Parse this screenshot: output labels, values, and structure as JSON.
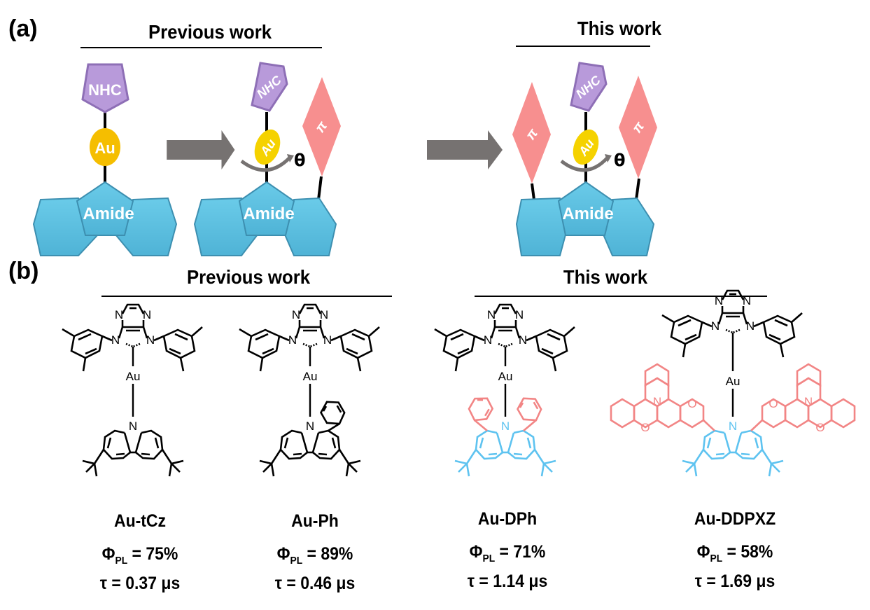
{
  "figure": {
    "panel_a": {
      "label": "(a)",
      "sections": [
        {
          "title": "Previous work"
        },
        {
          "title": "This work"
        }
      ],
      "schematics": [
        {
          "donor": "Amide",
          "ligand": "NHC",
          "metal": "Au",
          "pi_units": 0,
          "rotation": ""
        },
        {
          "donor": "Amide",
          "ligand": "NHC",
          "metal": "Au",
          "pi_units": 1,
          "rotation": "θ"
        },
        {
          "donor": "Amide",
          "ligand": "NHC",
          "metal": "Au",
          "pi_units": 2,
          "rotation": "θ"
        }
      ],
      "pi_label": "π",
      "colors": {
        "nhc": "#b89ada",
        "gold": "#f5be00",
        "amide": "#5bbede",
        "pi": "#f78f8f",
        "arrow": "#767271"
      }
    },
    "panel_b": {
      "label": "(b)",
      "sections": [
        {
          "title": "Previous work"
        },
        {
          "title": "This work"
        }
      ],
      "atom_labels": {
        "N": "N",
        "O": "O",
        "Au": "Au"
      },
      "colors": {
        "carbazole_highlight": "#5ec3f0",
        "substituent_highlight": "#f28585",
        "default": "#000000"
      },
      "compounds": [
        {
          "name": "Au-tCz",
          "phi_symbol": "Φ",
          "phi_sub": "PL",
          "phi_value": " = 75%",
          "tau": "τ = 0.37 μs"
        },
        {
          "name": "Au-Ph",
          "phi_symbol": "Φ",
          "phi_sub": "PL",
          "phi_value": " = 89%",
          "tau": "τ = 0.46 μs"
        },
        {
          "name": "Au-DPh",
          "phi_symbol": "Φ",
          "phi_sub": "PL",
          "phi_value": " = 71%",
          "tau": "τ = 1.14 μs"
        },
        {
          "name": "Au-DDPXZ",
          "phi_symbol": "Φ",
          "phi_sub": "PL",
          "phi_value": " = 58%",
          "tau": "τ = 1.69 μs"
        }
      ]
    }
  }
}
